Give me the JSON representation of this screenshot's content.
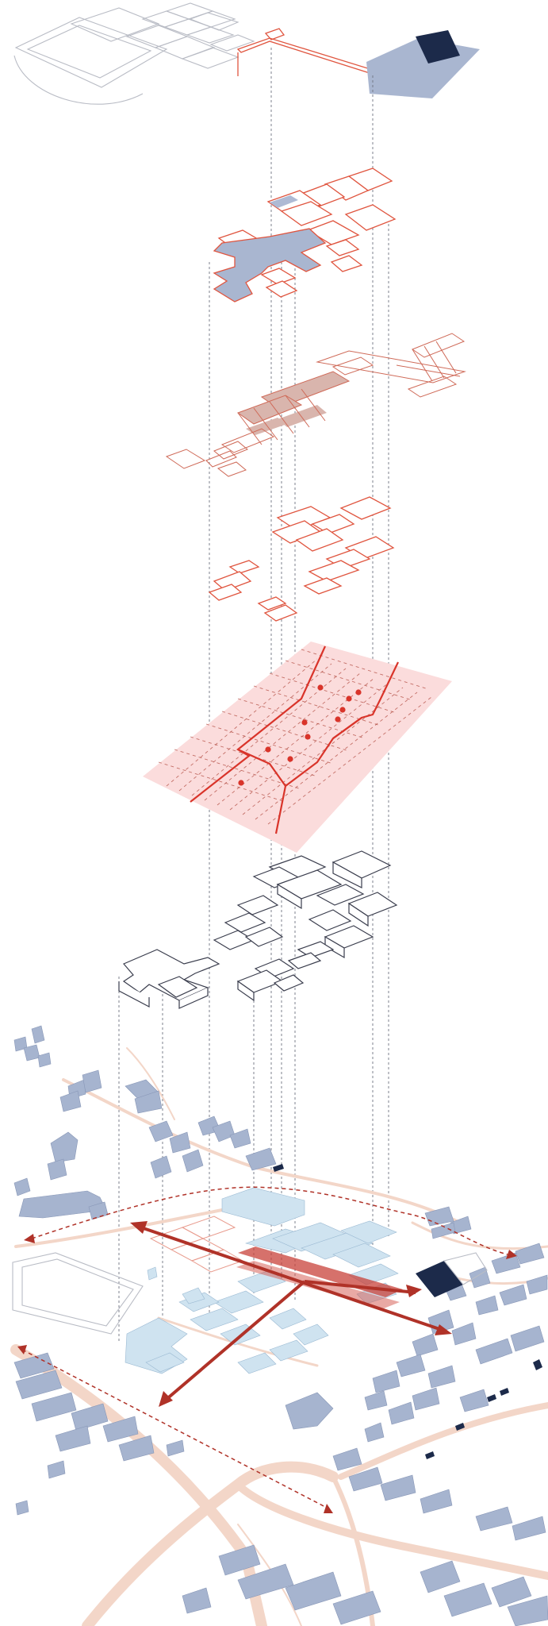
{
  "diagram": {
    "type": "exploded-axonometric-site-diagram",
    "layers": [
      "site-context-outline",
      "ground-floor-plan",
      "circulation-grid",
      "upper-floor-plan",
      "structural-grid-plane",
      "building-massing",
      "site-context-aerial"
    ],
    "colors": {
      "accent_red": "#e0553f",
      "dark_red": "#b03228",
      "pink_plane": "#fbdcdc",
      "blue_buildings": "#a6b4cf",
      "light_blue_buildings": "#cfe3f0",
      "navy_block": "#1c2a4a",
      "roads": "#f3d6c8",
      "outline_grey": "#b9bcc5"
    }
  }
}
